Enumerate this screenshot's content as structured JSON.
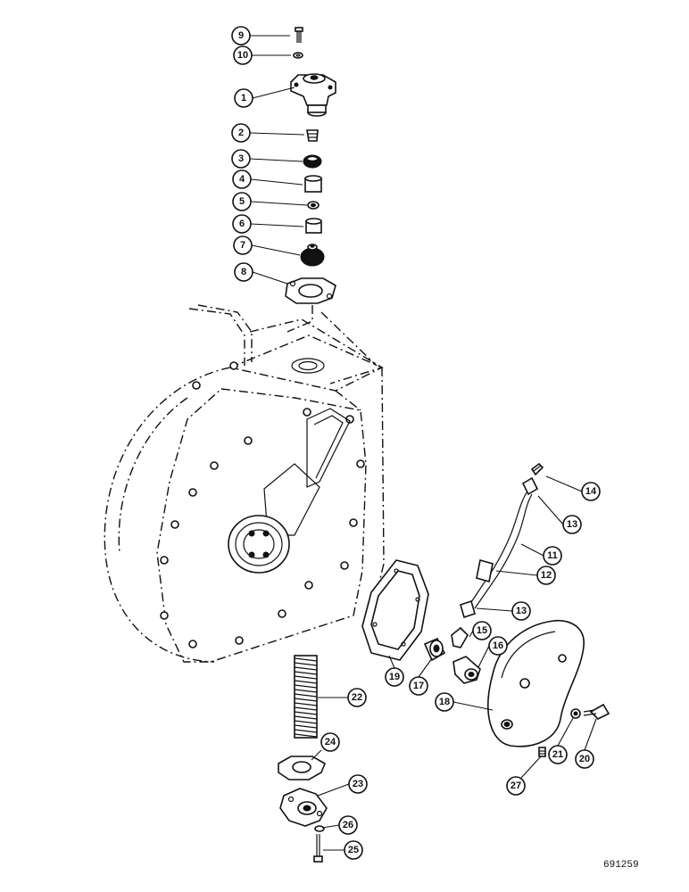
{
  "figure_id": "691259",
  "callouts": [
    {
      "number": "9"
    },
    {
      "number": "10"
    },
    {
      "number": "1"
    },
    {
      "number": "2"
    },
    {
      "number": "3"
    },
    {
      "number": "4"
    },
    {
      "number": "5"
    },
    {
      "number": "6"
    },
    {
      "number": "7"
    },
    {
      "number": "8"
    },
    {
      "number": "14"
    },
    {
      "number": "13"
    },
    {
      "number": "11"
    },
    {
      "number": "12"
    },
    {
      "number": "13"
    },
    {
      "number": "15"
    },
    {
      "number": "16"
    },
    {
      "number": "17"
    },
    {
      "number": "19"
    },
    {
      "number": "22"
    },
    {
      "number": "18"
    },
    {
      "number": "21"
    },
    {
      "number": "20"
    },
    {
      "number": "24"
    },
    {
      "number": "23"
    },
    {
      "number": "27"
    },
    {
      "number": "26"
    },
    {
      "number": "25"
    }
  ]
}
